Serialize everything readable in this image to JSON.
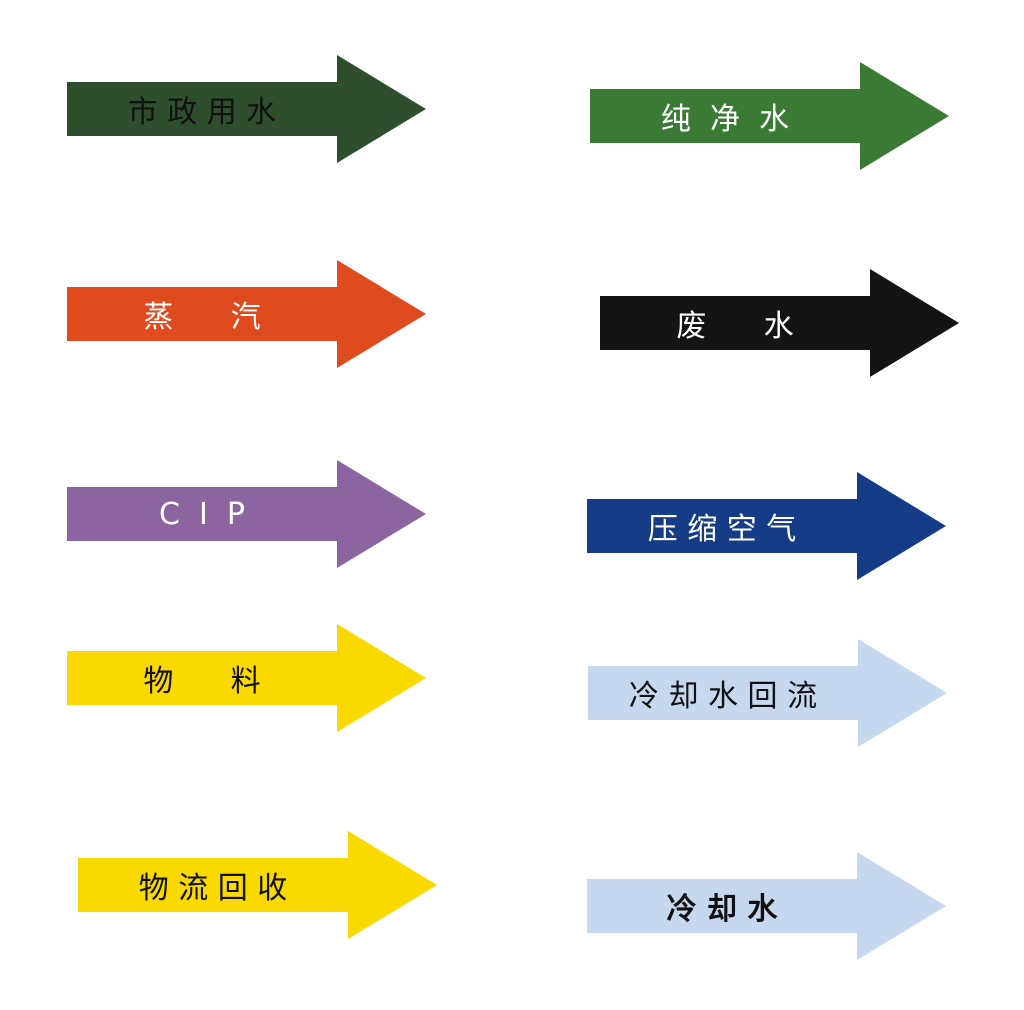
{
  "arrows": [
    {
      "id": "municipal-water",
      "label": "市 政 用 水",
      "fill": "#2f4e2d",
      "text_color": "#111111"
    },
    {
      "id": "pure-water",
      "label": "纯  净  水",
      "fill": "#3b7a35",
      "text_color": "#ffffff"
    },
    {
      "id": "steam",
      "label": "蒸      汽",
      "fill": "#e04a1f",
      "text_color": "#ffffff"
    },
    {
      "id": "waste-water",
      "label": "废      水",
      "fill": "#141414",
      "text_color": "#ffffff"
    },
    {
      "id": "cip",
      "label": "C  I  P",
      "fill": "#8c64a0",
      "text_color": "#ffffff"
    },
    {
      "id": "compressed-air",
      "label": "压 缩 空 气",
      "fill": "#163b87",
      "text_color": "#ffffff"
    },
    {
      "id": "material",
      "label": "物      料",
      "fill": "#fad900",
      "text_color": "#111111"
    },
    {
      "id": "cooling-water-return",
      "label": "冷 却 水 回 流",
      "fill": "#c5d8ef",
      "text_color": "#111111"
    },
    {
      "id": "material-recovery",
      "label": "物 流 回 收",
      "fill": "#fad900",
      "text_color": "#111111"
    },
    {
      "id": "cooling-water",
      "label": "冷 却 水",
      "fill": "#c5d8ef",
      "text_color": "#111111"
    }
  ]
}
